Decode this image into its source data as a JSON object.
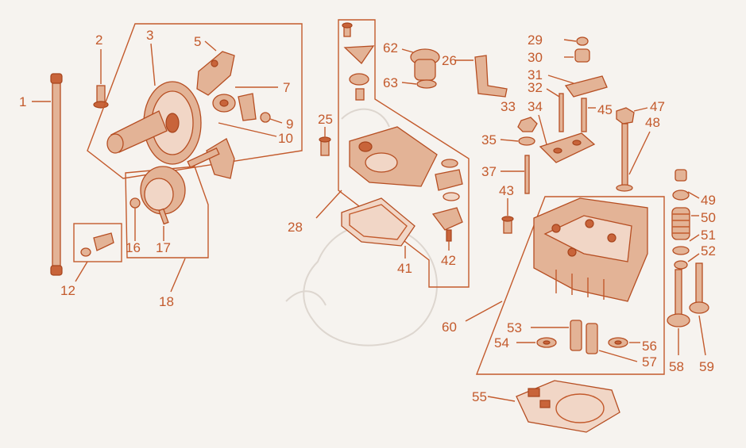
{
  "labels": {
    "l1": "1",
    "l2": "2",
    "l3": "3",
    "l5": "5",
    "l7": "7",
    "l9": "9",
    "l10": "10",
    "l12": "12",
    "l16": "16",
    "l17": "17",
    "l18": "18",
    "l25": "25",
    "l26": "26",
    "l28": "28",
    "l29": "29",
    "l30": "30",
    "l31": "31",
    "l32": "32",
    "l33": "33",
    "l34": "34",
    "l35": "35",
    "l37": "37",
    "l41": "41",
    "l42": "42",
    "l43": "43",
    "l45": "45",
    "l47": "47",
    "l48": "48",
    "l49": "49",
    "l50": "50",
    "l51": "51",
    "l52": "52",
    "l53": "53",
    "l54": "54",
    "l55": "55",
    "l56": "56",
    "l57": "57",
    "l58": "58",
    "l59": "59",
    "l60": "60",
    "l62": "62",
    "l63": "63"
  },
  "colors": {
    "ink": "#c35a2c",
    "part_fill": "#e3b396",
    "background": "#f6f3ef"
  }
}
